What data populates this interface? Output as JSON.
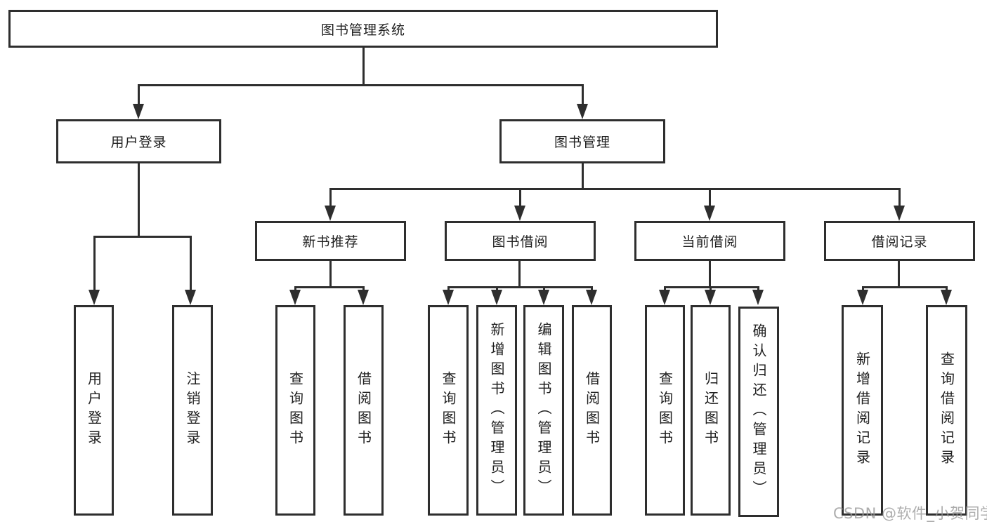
{
  "diagram_type": "hierarchy-tree",
  "colors": {
    "line": "#2e2e2e",
    "border": "#2e2e2e",
    "text": "#202020",
    "background": "#ffffff",
    "watermark": "#969696"
  },
  "tree": {
    "root": "图书管理系统",
    "children": [
      {
        "label": "用户登录",
        "children": [
          {
            "label": "用户登录"
          },
          {
            "label": "注销登录"
          }
        ]
      },
      {
        "label": "图书管理",
        "children": [
          {
            "label": "新书推荐",
            "children": [
              {
                "label": "查询图书"
              },
              {
                "label": "借阅图书"
              }
            ]
          },
          {
            "label": "图书借阅",
            "children": [
              {
                "label": "查询图书"
              },
              {
                "label": "新增图书（管理员）"
              },
              {
                "label": "编辑图书（管理员）"
              },
              {
                "label": "借阅图书"
              }
            ]
          },
          {
            "label": "当前借阅",
            "children": [
              {
                "label": "查询图书"
              },
              {
                "label": "归还图书"
              },
              {
                "label": "确认归还（管理员）"
              }
            ]
          },
          {
            "label": "借阅记录",
            "children": [
              {
                "label": "新增借阅记录"
              },
              {
                "label": "查询借阅记录"
              }
            ]
          }
        ]
      }
    ]
  },
  "watermark": {
    "text": "CSDN @软件_小贺同学"
  }
}
